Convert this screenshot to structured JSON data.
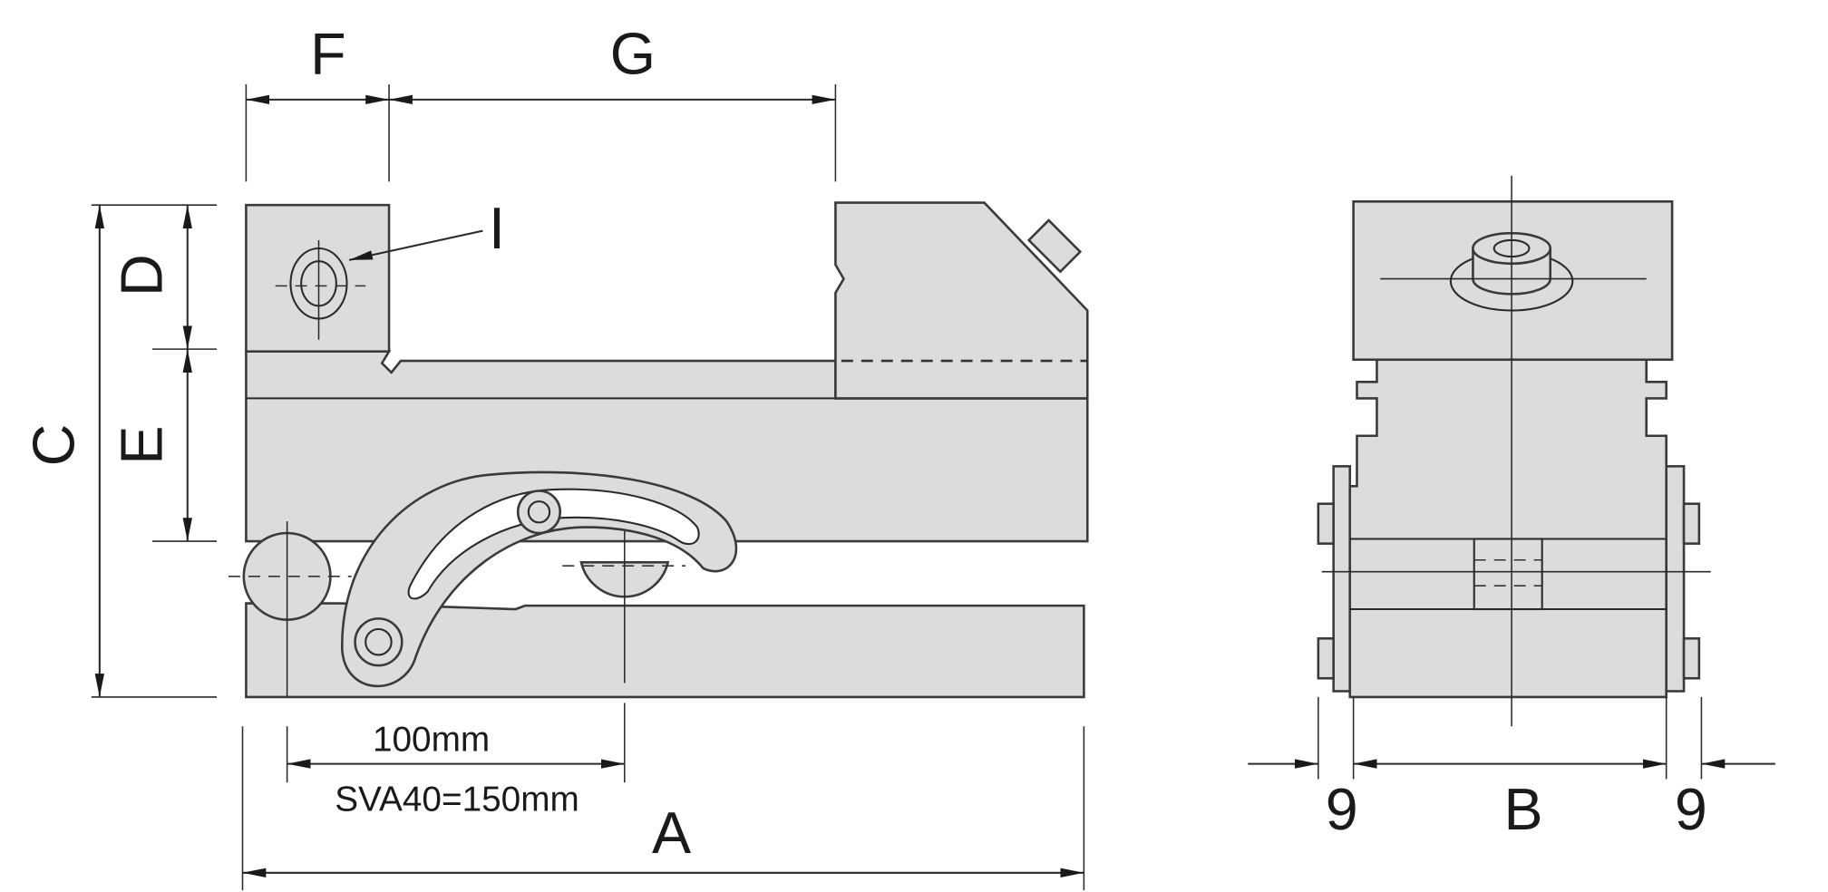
{
  "labels": {
    "F": "F",
    "G": "G",
    "C": "C",
    "D": "D",
    "E": "E",
    "I": "I",
    "A": "A",
    "B": "B",
    "nine_left": "9",
    "nine_right": "9",
    "pitch": "100mm",
    "pitch_alt": "SVA40=150mm"
  },
  "colors": {
    "fill": "#dcdcdc",
    "line": "#2a2a2a"
  }
}
